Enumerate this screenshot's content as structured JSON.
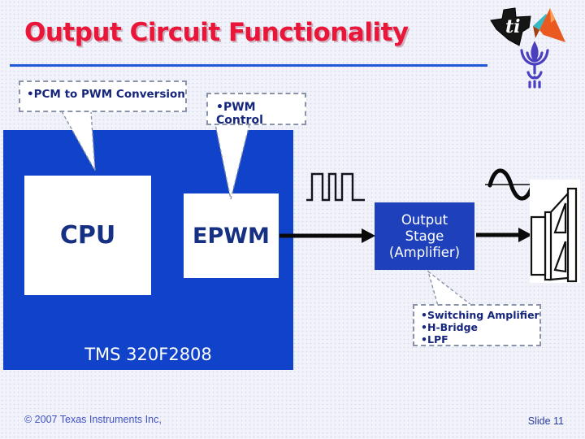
{
  "title": "Output Circuit Functionality",
  "logos": {
    "items": [
      "ti-logo",
      "matlab-logo",
      "tau-logo"
    ],
    "ti_text": "ti"
  },
  "callouts": {
    "pcm": {
      "label": "•PCM to PWM Conversion"
    },
    "pwm": {
      "label": "•PWM Control"
    },
    "amp": {
      "lines": [
        "•Switching Amplifier",
        "•H-Bridge",
        "•LPF"
      ]
    }
  },
  "diagram": {
    "cpu_label": "CPU",
    "epwm_label": "EPWM",
    "chip_label": "TMS 320F2808",
    "output_stage": {
      "lines": [
        "Output",
        "Stage",
        "(Amplifier)"
      ]
    },
    "icons": [
      "pwm-waveform-icon",
      "sine-wave-icon",
      "speaker-icon",
      "arrow-right"
    ]
  },
  "footer": {
    "copyright": "© 2007 Texas Instruments Inc,",
    "slide_number": "Slide 11"
  },
  "colors": {
    "title_red": "#ea1639",
    "rule_blue": "#2257d8",
    "chip_box_blue": "#1143ca",
    "output_stage_blue": "#1e41bb",
    "callout_navy": "#16267c",
    "background": "#f1f2fa"
  }
}
